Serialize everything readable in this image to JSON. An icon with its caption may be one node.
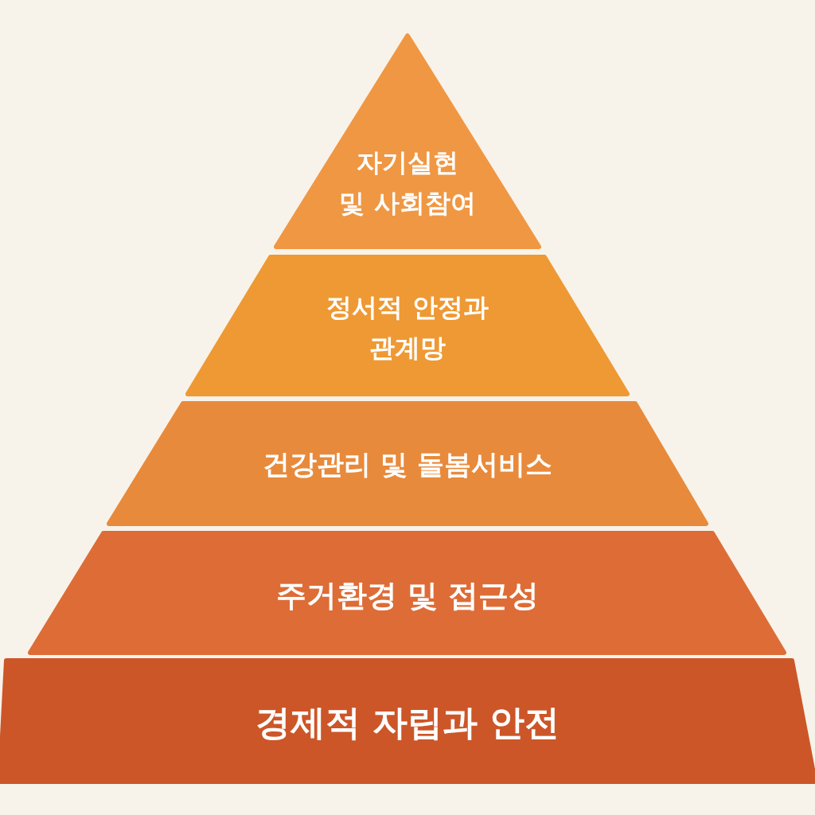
{
  "diagram": {
    "nodes": [
      {
        "text": [
          "자기실현 및 사회참여"
        ]
      },
      {
        "text": [
          "정서적 안정과 관계망"
        ]
      },
      {
        "text": [
          "건강관리 및 돌봄서비스"
        ]
      },
      {
        "text": [
          "주거환경 및 접근성"
        ]
      },
      {
        "text": [
          "경제적 자립과 안전"
        ]
      }
    ]
  }
}
